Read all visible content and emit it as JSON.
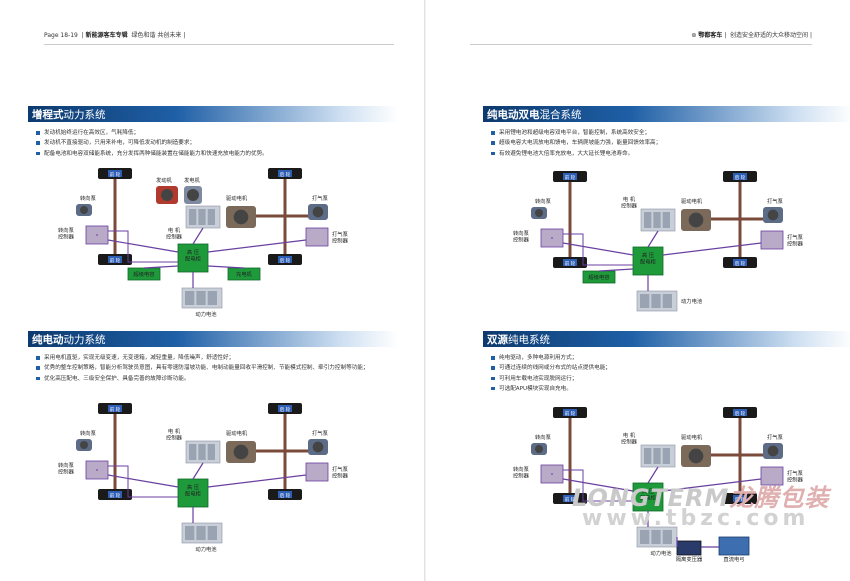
{
  "header": {
    "left_page": "Page 18-19",
    "left_title": "新能源客车专辑",
    "left_slogan": "绿色和谐 共创未来",
    "right_brand": "鄂都客车",
    "right_slogan": "创造安全舒适的大众移动空间"
  },
  "sections": [
    {
      "id": "range",
      "title_bold": "增程式",
      "title_rest": "动力系统",
      "bullets": [
        "发动机始终运行在高效区，气耗降低；",
        "发动机不直接驱动，只用来补电，可降低发动机的制造要求；",
        "配备电池和电容双储能系统，充分发挥两种储能装置在储能能力和快速充放电能力的优势。"
      ],
      "labels": {
        "front": "前 轮",
        "rear": "后 轮",
        "steer_pump": "转向泵",
        "steer_ctrl": "转向泵\n控制器",
        "engine": "发动机",
        "generator": "发电机",
        "drive_motor": "驱动电机",
        "motor_ctrl": "电 机\n控制器",
        "pdu": "高 压\n配电柜",
        "air_pump": "打气泵",
        "air_ctrl": "打气泵\n控制器",
        "supercap": "超级电容",
        "charger": "充电机",
        "battery": "动力电池"
      }
    },
    {
      "id": "dual",
      "title_bold": "纯电动双电",
      "title_rest": "混合系统",
      "bullets": [
        "采用锂电池和超级电容双电平台，智能控制，系统高效安全；",
        "超级电容大电流放电和馈电，车辆爬坡能力强，能量回馈效率高；",
        "有效避免锂电池大倍率充放电，大大延长锂电池寿命。"
      ],
      "labels": {
        "front": "前 轮",
        "rear": "后 轮",
        "steer_pump": "转向泵",
        "steer_ctrl": "转向泵\n控制器",
        "motor_ctrl": "电 机\n控制器",
        "drive_motor": "驱动电机",
        "pdu": "高 压\n配电柜",
        "air_pump": "打气泵",
        "air_ctrl": "打气泵\n控制器",
        "supercap": "超级电容",
        "battery": "动力电池"
      }
    },
    {
      "id": "bev",
      "title_bold": "纯电动",
      "title_rest": "动力系统",
      "bullets": [
        "采用电机直驱，实现无级变速，无变速箱，减轻重量，降低噪声，舒适性好；",
        "优秀的整车控制策略，智能分析驾驶员意图，具有零速防溜坡功能、电制动能量回收平滑控制、节能模式控制、牵引力控制等功能；",
        "优化高压配电、三级安全保护、具备完善的故障诊断功能。"
      ],
      "labels": {
        "front": "前 轮",
        "rear": "后 轮",
        "steer_pump": "转向泵",
        "steer_ctrl": "转向泵\n控制器",
        "motor_ctrl": "电 机\n控制器",
        "drive_motor": "驱动电机",
        "pdu": "高 压\n配电柜",
        "air_pump": "打气泵",
        "air_ctrl": "打气泵\n控制器",
        "battery": "动力电池"
      }
    },
    {
      "id": "twin",
      "title_bold": "双源",
      "title_rest": "纯电系统",
      "bullets": [
        "纯电驱动，多种电源利用方式；",
        "可通过连续的线网或分布式的站点提供电能；",
        "可利用车载电池实现脱网运行；",
        "可选配APU模块实现自充电。"
      ],
      "labels": {
        "front": "前 轮",
        "rear": "后 轮",
        "steer_pump": "转向泵",
        "steer_ctrl": "转向泵\n控制器",
        "motor_ctrl": "电 机\n控制器",
        "drive_motor": "驱动电机",
        "pdu": "高 压\n配电柜",
        "air_pump": "打气泵",
        "air_ctrl": "打气泵\n控制器",
        "battery": "动力电池",
        "transformer": "隔离变压器",
        "pole": "直流电弓"
      }
    }
  ],
  "watermark": {
    "logo": "LONGTERM",
    "cn": "龙腾包装",
    "url": "www.tbzc.com"
  },
  "colors": {
    "band": "#1f5fa6",
    "green": "#1e9a3b",
    "purple": "#6a3fa0",
    "shaft": "#7a4b3a"
  }
}
